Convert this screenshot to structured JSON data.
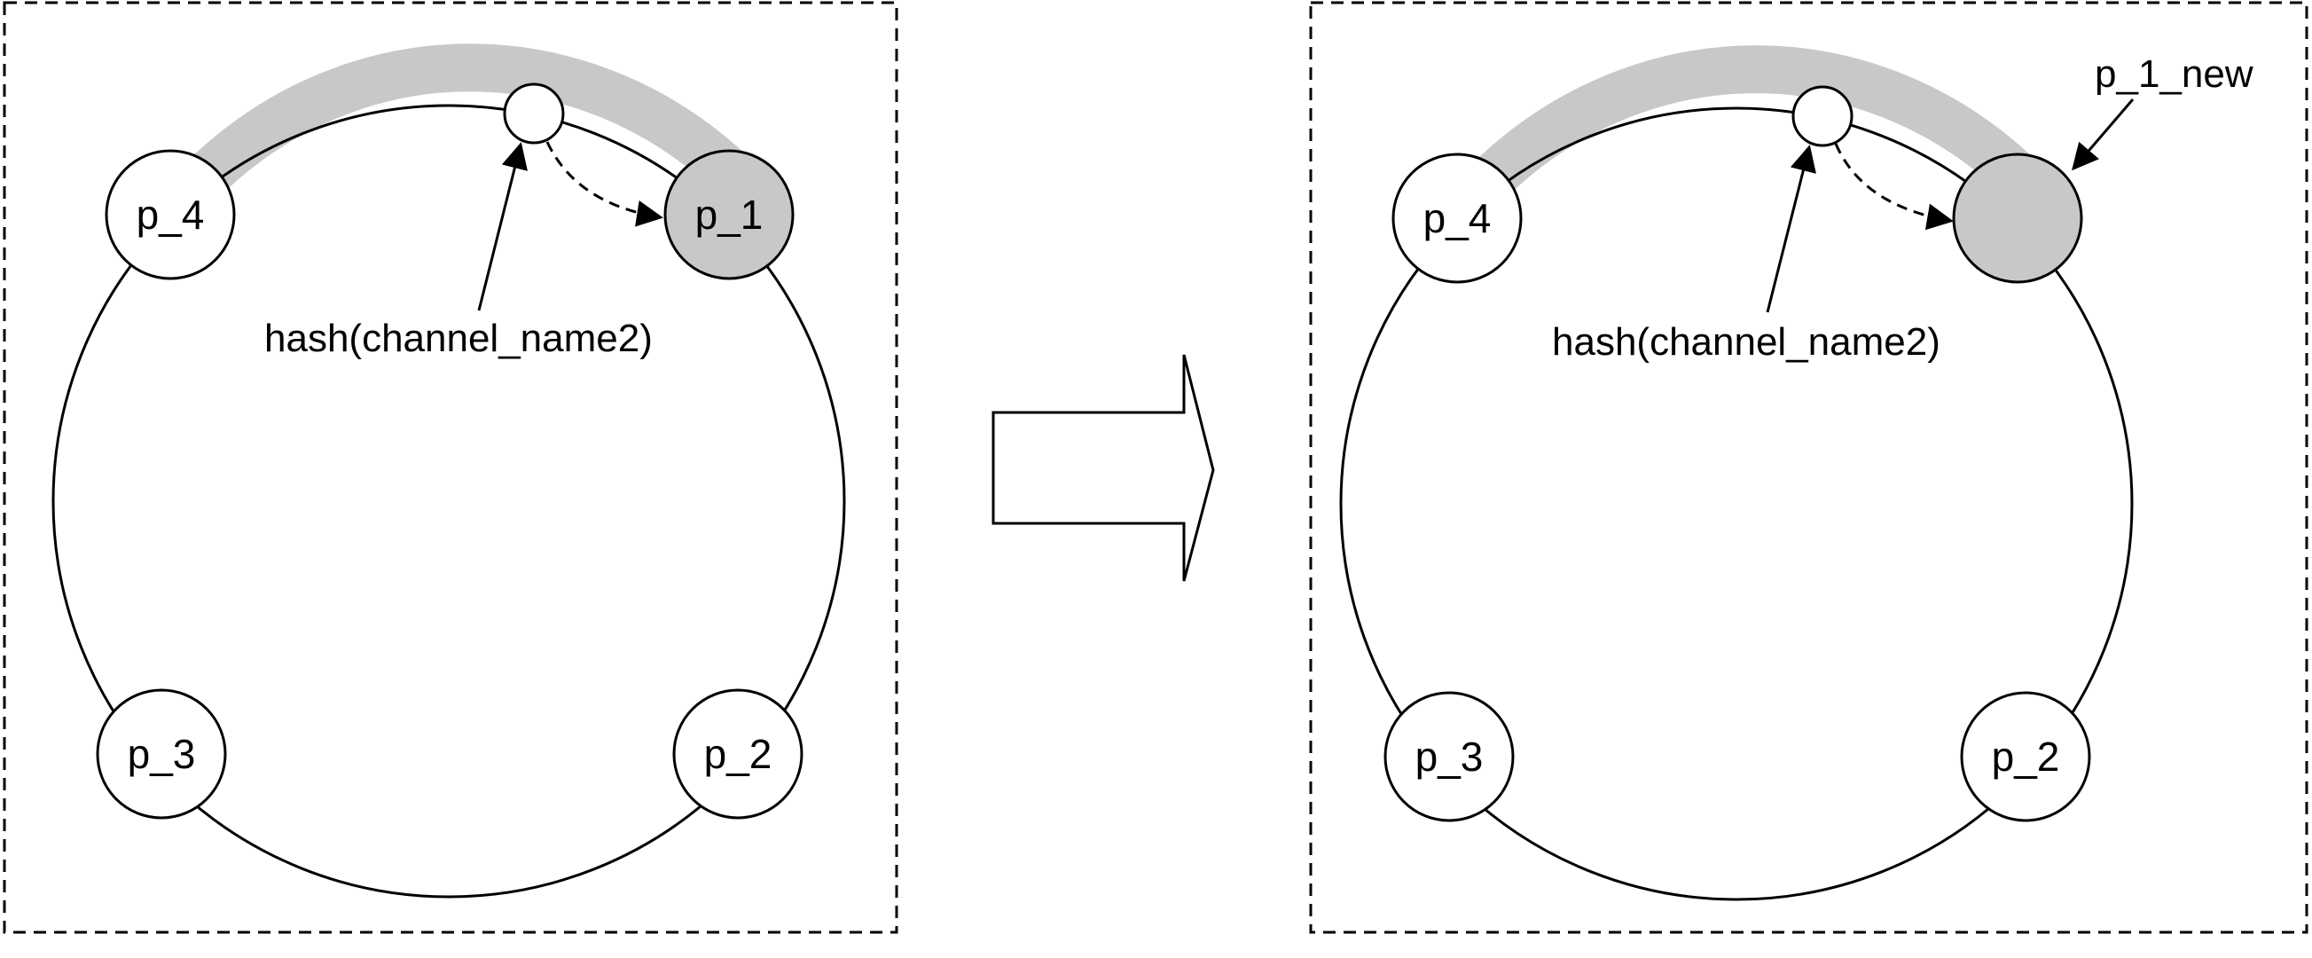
{
  "colors": {
    "stroke": "#000000",
    "node_fill": "#ffffff",
    "highlight": "#c8c8c8",
    "background": "#ffffff"
  },
  "before": {
    "nodes": {
      "p1": "p_1",
      "p2": "p_2",
      "p3": "p_3",
      "p4": "p_4"
    },
    "hash_label": "hash(channel_name2)"
  },
  "transition_arrow": "right-block-arrow",
  "after": {
    "nodes": {
      "p2": "p_2",
      "p3": "p_3",
      "p4": "p_4"
    },
    "new_node_label": "p_1_new",
    "hash_label": "hash(channel_name2)"
  }
}
